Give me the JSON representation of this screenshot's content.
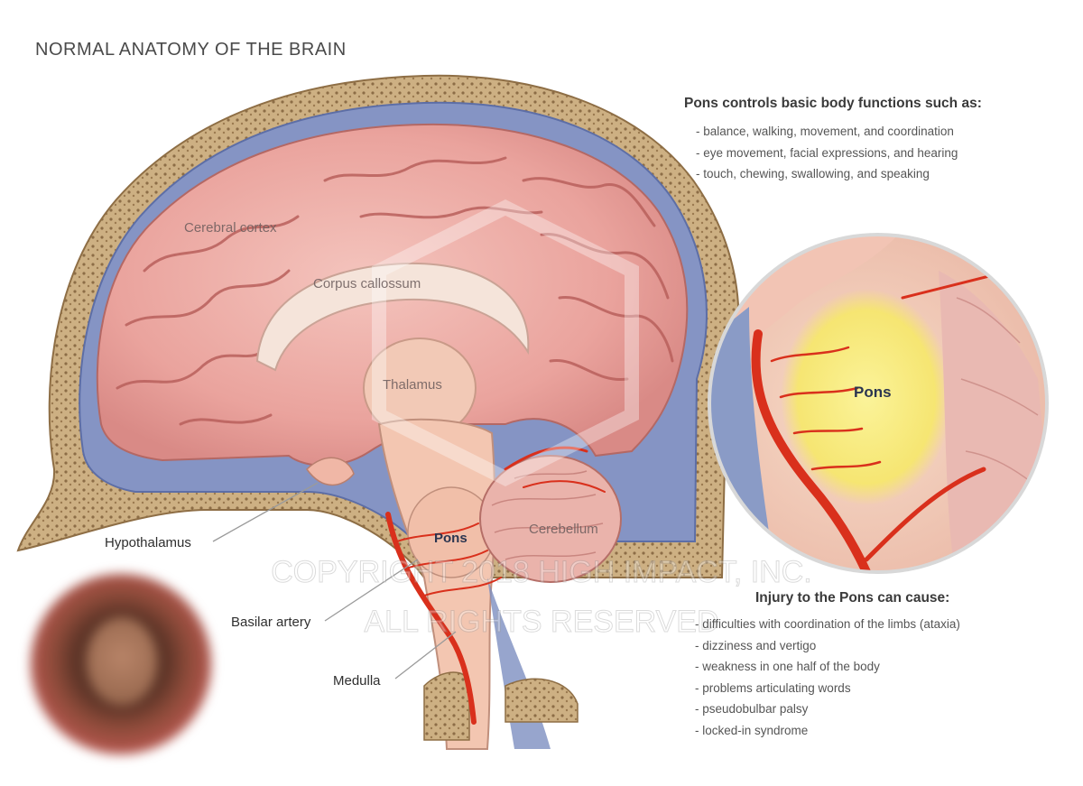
{
  "title": "NORMAL ANATOMY OF THE BRAIN",
  "labels": {
    "cerebral_cortex": "Cerebral cortex",
    "corpus_callosum": "Corpus callossum",
    "thalamus": "Thalamus",
    "pons": "Pons",
    "cerebellum": "Cerebellum",
    "hypothalamus": "Hypothalamus",
    "basilar_artery": "Basilar artery",
    "medulla": "Medulla",
    "pons_zoom": "Pons"
  },
  "functions": {
    "heading": "Pons controls basic body functions such as:",
    "items": [
      "balance, walking, movement, and coordination",
      "eye movement, facial expressions, and hearing",
      "touch, chewing, swallowing, and speaking"
    ]
  },
  "injury": {
    "heading": "Injury to the Pons can cause:",
    "items": [
      "difficulties with coordination of the limbs (ataxia)",
      "dizziness and vertigo",
      "weakness in one half of the body",
      "problems articulating words",
      "pseudobulbar palsy",
      "locked-in syndrome"
    ]
  },
  "watermark": {
    "line1": "COPYRIGHT 2018 HIGH IMPACT, INC.",
    "line2": "ALL RIGHTS RESERVED"
  },
  "colors": {
    "brain": "#eaa5a0",
    "sulcus": "#b85a58",
    "skull": "#c9a977",
    "meninges": "#7f8fbd",
    "artery": "#d9301c",
    "pons_highlight": "#f8ef8a"
  }
}
